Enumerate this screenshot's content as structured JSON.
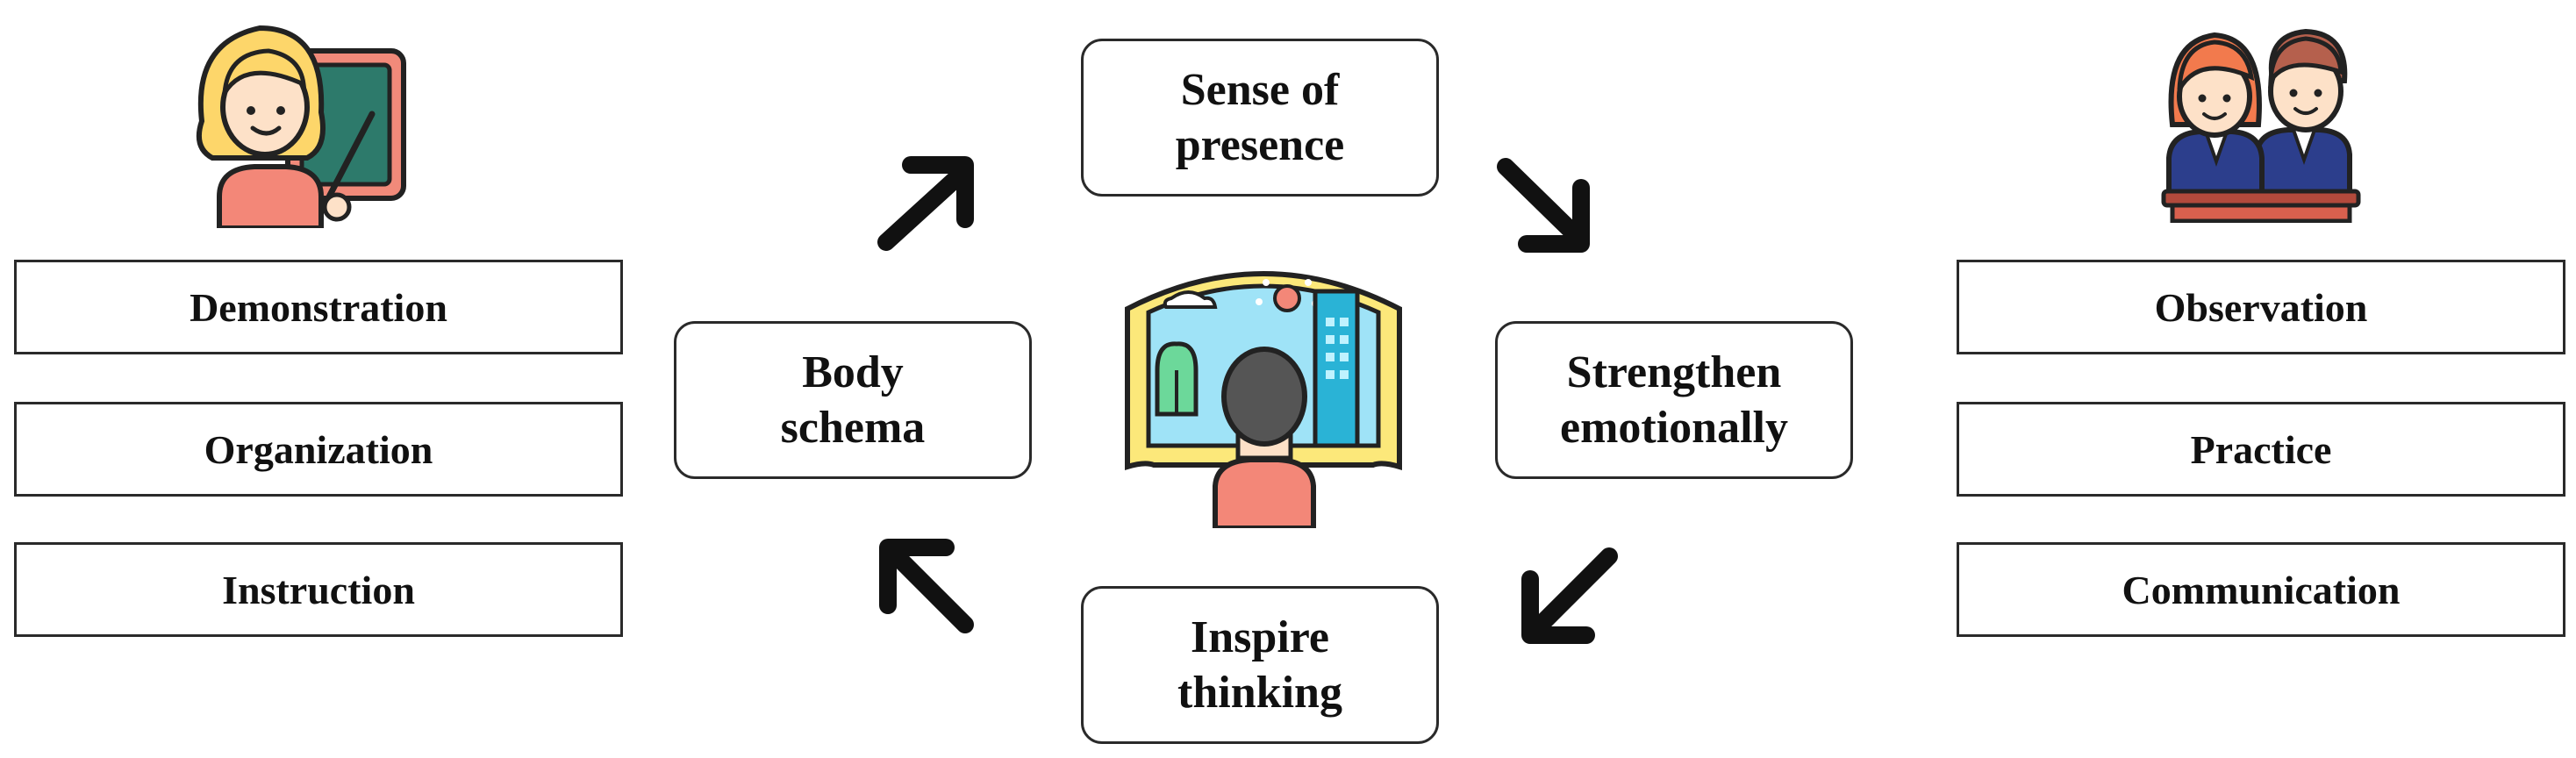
{
  "left_list": [
    "Demonstration",
    "Organization",
    "Instruction"
  ],
  "right_list": [
    "Observation",
    "Practice",
    "Communication"
  ],
  "cycle": {
    "top": "Sense of\npresence",
    "right": "Strengthen\nemotionally",
    "bottom": "Inspire\nthinking",
    "left": "Body\nschema"
  },
  "icons": {
    "left": "teacher-at-board-icon",
    "right": "two-students-icon",
    "center": "vr-immersive-viewer-icon",
    "arrows": [
      "arrow-up-right-icon",
      "arrow-down-right-icon",
      "arrow-down-left-icon",
      "arrow-up-left-icon"
    ]
  },
  "colors": {
    "border": "#2a2a2a",
    "arrow": "#111111",
    "skin": "#fde1c8",
    "hair_teacher": "#fdd66a",
    "hair_student_f": "#f27a4d",
    "hair_student_m": "#b5604d",
    "board": "#2d7a6b",
    "shirt": "#f38778",
    "sky": "#9fe3f7",
    "building": "#2ab3d6",
    "tree": "#6cd89a",
    "screen_frame": "#fce87a"
  }
}
